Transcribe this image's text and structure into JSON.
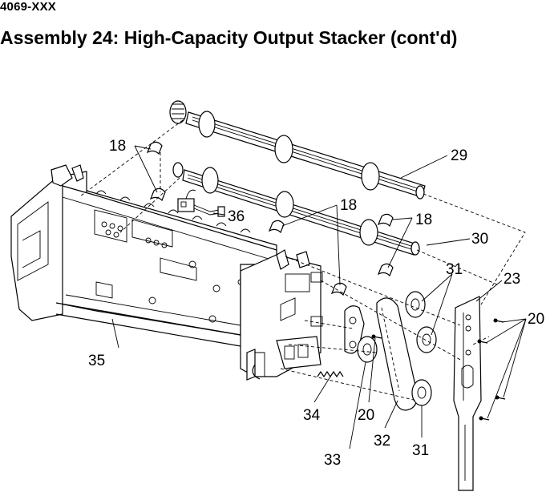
{
  "header": {
    "model": "4069-XXX",
    "title": "Assembly 24: High-Capacity Output Stacker (cont'd)"
  },
  "callouts": [
    {
      "id": "c18a",
      "label": "18"
    },
    {
      "id": "c29",
      "label": "29"
    },
    {
      "id": "c36",
      "label": "36"
    },
    {
      "id": "c18b",
      "label": "18"
    },
    {
      "id": "c18c",
      "label": "18"
    },
    {
      "id": "c30",
      "label": "30"
    },
    {
      "id": "c31a",
      "label": "31"
    },
    {
      "id": "c23",
      "label": "23"
    },
    {
      "id": "c20a",
      "label": "20"
    },
    {
      "id": "c35",
      "label": "35"
    },
    {
      "id": "c34",
      "label": "34"
    },
    {
      "id": "c20b",
      "label": "20"
    },
    {
      "id": "c32",
      "label": "32"
    },
    {
      "id": "c31b",
      "label": "31"
    },
    {
      "id": "c33",
      "label": "33"
    }
  ]
}
